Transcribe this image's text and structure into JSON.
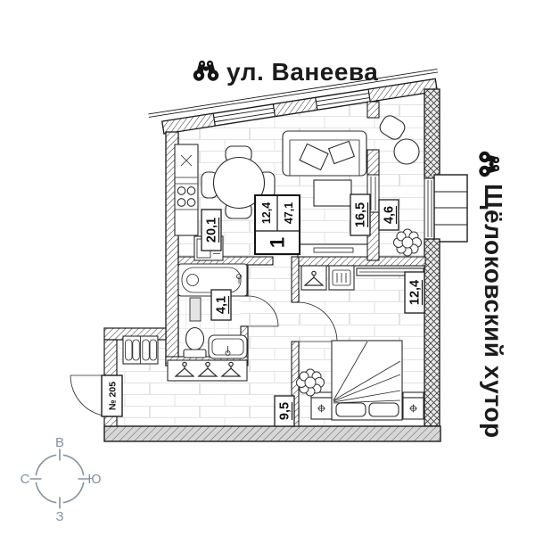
{
  "page": {
    "background": "#ffffff",
    "line_color": "#1c1c1c"
  },
  "landmarks": {
    "top": {
      "icon": "binoculars-icon",
      "label": "ул. Ванеева"
    },
    "right": {
      "icon": "binoculars-icon",
      "label": "Щёлоковский хутор"
    }
  },
  "apartment": {
    "door_number": "№ 205",
    "info_box": {
      "rooms": "1",
      "living_area": "12,4",
      "total_area": "47,1"
    },
    "rooms": [
      {
        "name": "kitchen-dining",
        "area": "20,1"
      },
      {
        "name": "living-room",
        "area": "16,5"
      },
      {
        "name": "loggia",
        "area": "4,6"
      },
      {
        "name": "bathroom",
        "area": "4,1"
      },
      {
        "name": "bedroom",
        "area": "12,4"
      },
      {
        "name": "hallway",
        "area": "9,5"
      }
    ]
  },
  "compass": {
    "color": "#8493a1",
    "top": "В",
    "right": "Ю",
    "bottom": "З",
    "left": "С"
  }
}
